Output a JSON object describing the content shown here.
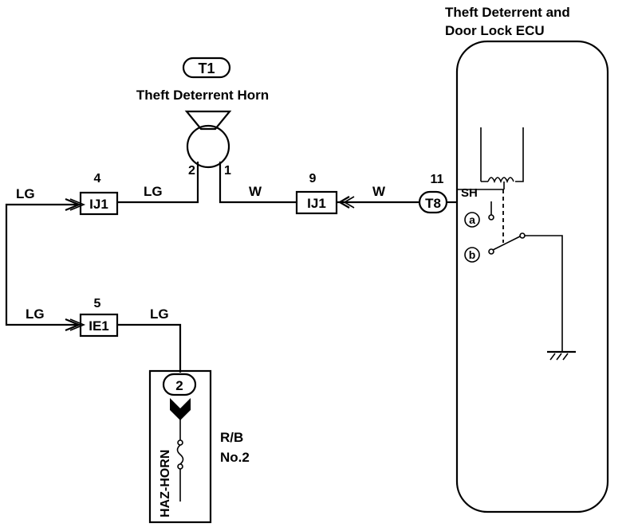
{
  "ecu": {
    "title_line1": "Theft Deterrent and",
    "title_line2": "Door Lock ECU"
  },
  "horn": {
    "connector": "T1",
    "label": "Theft Deterrent Horn",
    "pin_left": "2",
    "pin_right": "1"
  },
  "ecu_connector": {
    "code": "T8",
    "pin": "11",
    "terminal": "SH"
  },
  "switch": {
    "contact_a": "a",
    "contact_b": "b"
  },
  "junctions": {
    "ij1_left": {
      "code": "IJ1",
      "pin": "4"
    },
    "ij1_right": {
      "code": "IJ1",
      "pin": "9"
    },
    "ie1": {
      "code": "IE1",
      "pin": "5"
    }
  },
  "wires": {
    "lg_left_top": "LG",
    "lg_mid_top": "LG",
    "lg_left_bottom": "LG",
    "lg_mid_bottom": "LG",
    "w_left": "W",
    "w_right": "W"
  },
  "relay_block": {
    "connector_pin": "2",
    "fuse_name": "HAZ-HORN",
    "block_line1": "R/B",
    "block_line2": "No.2"
  }
}
